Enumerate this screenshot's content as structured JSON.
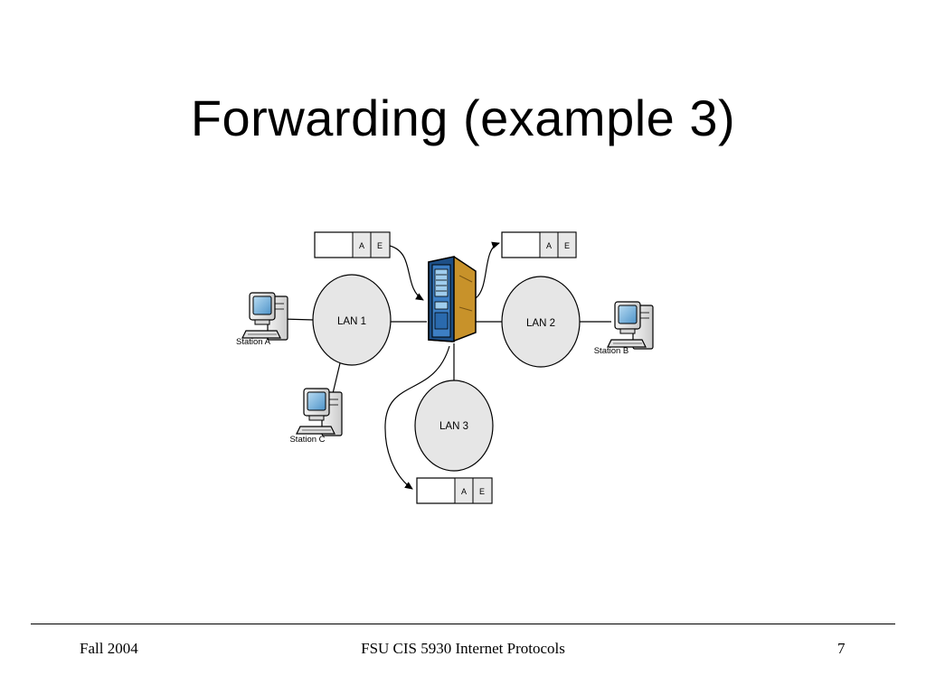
{
  "slide": {
    "title": "Forwarding (example 3)"
  },
  "diagram": {
    "lans": [
      {
        "label": "LAN 1"
      },
      {
        "label": "LAN 2"
      },
      {
        "label": "LAN 3"
      }
    ],
    "stations": [
      {
        "label": "Station A"
      },
      {
        "label": "Station B"
      },
      {
        "label": "Station C"
      }
    ],
    "frames": [
      {
        "fields": [
          "A",
          "E"
        ]
      },
      {
        "fields": [
          "A",
          "E"
        ]
      },
      {
        "fields": [
          "A",
          "E"
        ]
      }
    ],
    "device": {
      "icon": "bridge-server-icon"
    },
    "colors": {
      "lan_fill": "#e6e6e6",
      "frame_field_fill": "#e8e8e8",
      "server_front": "#3d7fc4",
      "server_side": "#c8922a",
      "monitor_screen": "#7fb8e0"
    }
  },
  "footer": {
    "left": "Fall 2004",
    "center": "FSU CIS 5930 Internet Protocols",
    "right": "7"
  }
}
